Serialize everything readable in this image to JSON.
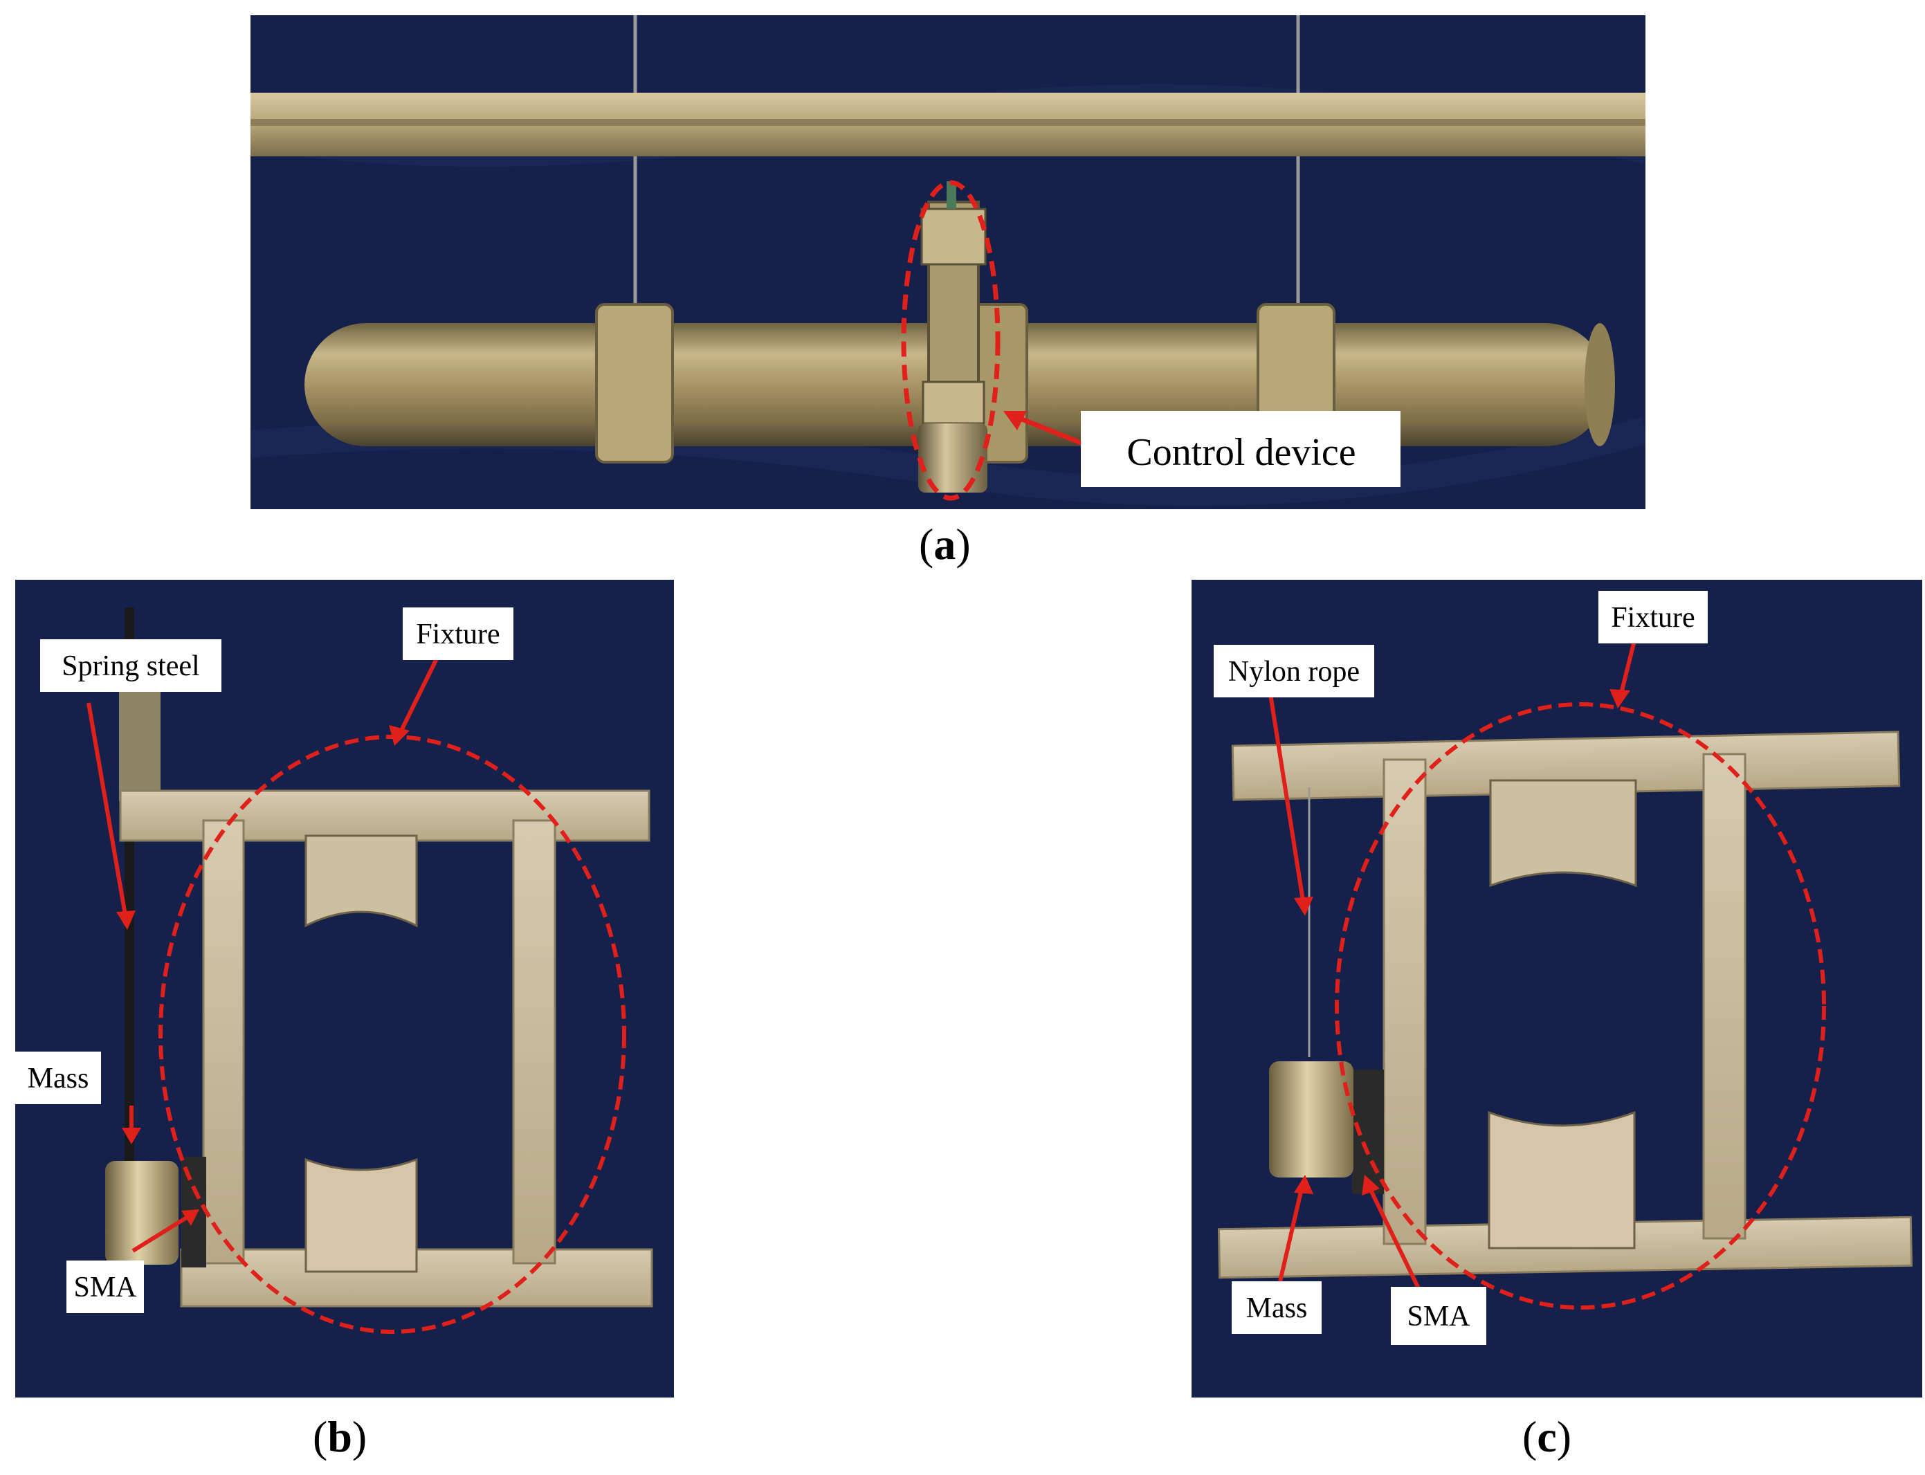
{
  "panel_a": {
    "caption_open": "(",
    "caption_letter": "a",
    "caption_close": ")",
    "label_control_device": "Control device"
  },
  "panel_b": {
    "caption_open": "(",
    "caption_letter": "b",
    "caption_close": ")",
    "label_spring_steel": "Spring steel",
    "label_fixture": "Fixture",
    "label_mass": "Mass",
    "label_sma": "SMA"
  },
  "panel_c": {
    "caption_open": "(",
    "caption_letter": "c",
    "caption_close": ")",
    "label_nylon_rope": "Nylon rope",
    "label_fixture": "Fixture",
    "label_mass": "Mass",
    "label_sma": "SMA"
  },
  "colors": {
    "background_cloth": "#15214a",
    "annotation_red": "#e0201b",
    "metal": "#b8a57a"
  }
}
